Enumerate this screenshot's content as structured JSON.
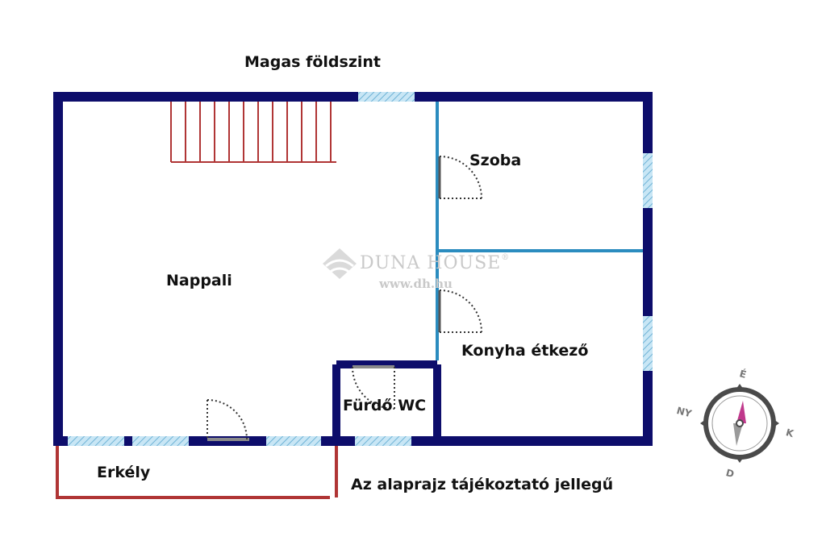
{
  "title": "Magas földszint",
  "rooms": {
    "nappali": "Nappali",
    "szoba": "Szoba",
    "konyha": "Konyha étkező",
    "furdo": "Fürdő WC",
    "erkely": "Erkély"
  },
  "disclaimer": "Az alaprajz tájékoztató jellegű",
  "watermark": {
    "brand": "DUNA HOUSE",
    "registered": "®",
    "url": "www.dh.hu"
  },
  "compass": {
    "north": "É",
    "east": "K",
    "south": "D",
    "west": "NY"
  },
  "colors": {
    "wall": "#0d0d6b",
    "partition": "#2b8cbf",
    "stair": "#b03535",
    "balcony": "#b03535",
    "window": "#9fd2ea",
    "compass_ring": "#4a4a4a",
    "compass_needle": "#c0398c"
  }
}
